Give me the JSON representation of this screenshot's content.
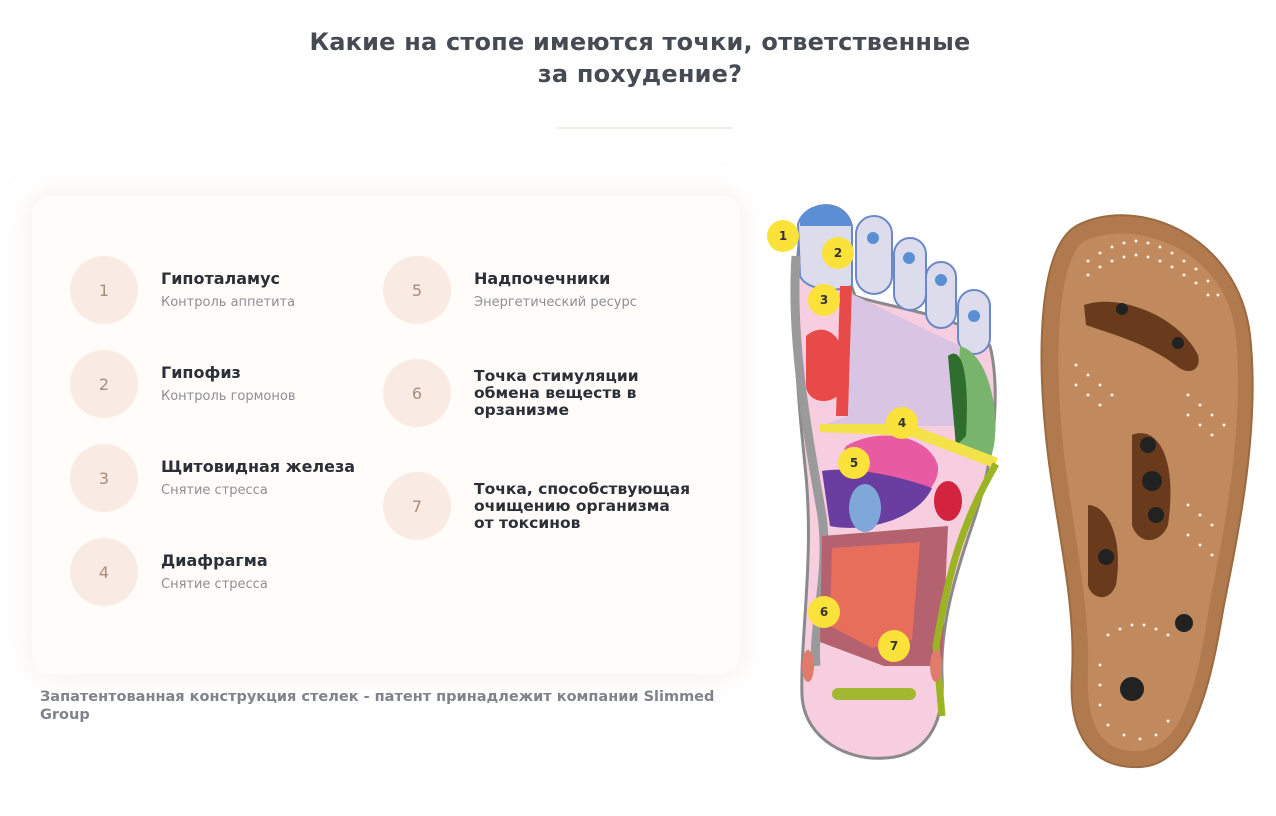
{
  "title": {
    "line1": "Какие на стопе имеются точки, ответственные",
    "line2": "за похудение?"
  },
  "points": [
    {
      "num": "1",
      "name": "Гипоталамус",
      "desc": "Контроль аппетита"
    },
    {
      "num": "2",
      "name": "Гипофиз",
      "desc": "Контроль гормонов"
    },
    {
      "num": "3",
      "name": "Щитовидная железа",
      "desc": "Снятие стресса"
    },
    {
      "num": "4",
      "name": "Диафрагма",
      "desc": "Снятие стресса"
    },
    {
      "num": "5",
      "name": "Надпочечники",
      "desc": "Энергетический ресурс"
    },
    {
      "num": "6",
      "name": "Точка стимуляции обмена веществ в орзанизме",
      "desc": ""
    },
    {
      "num": "7",
      "name": "Точка, способствующая очищению организма от токсинов",
      "desc": ""
    }
  ],
  "caption": "Запатентованная конструкция стелек - патент принадлежит компании Slimmed Group",
  "colors": {
    "circle_bg": "#f9ebe3",
    "circle_text": "#a78d7e",
    "badge": "#fbe23a",
    "insole": "#b07a4e"
  },
  "icons": [
    "foot-reflexology-map",
    "magnetic-insole"
  ]
}
